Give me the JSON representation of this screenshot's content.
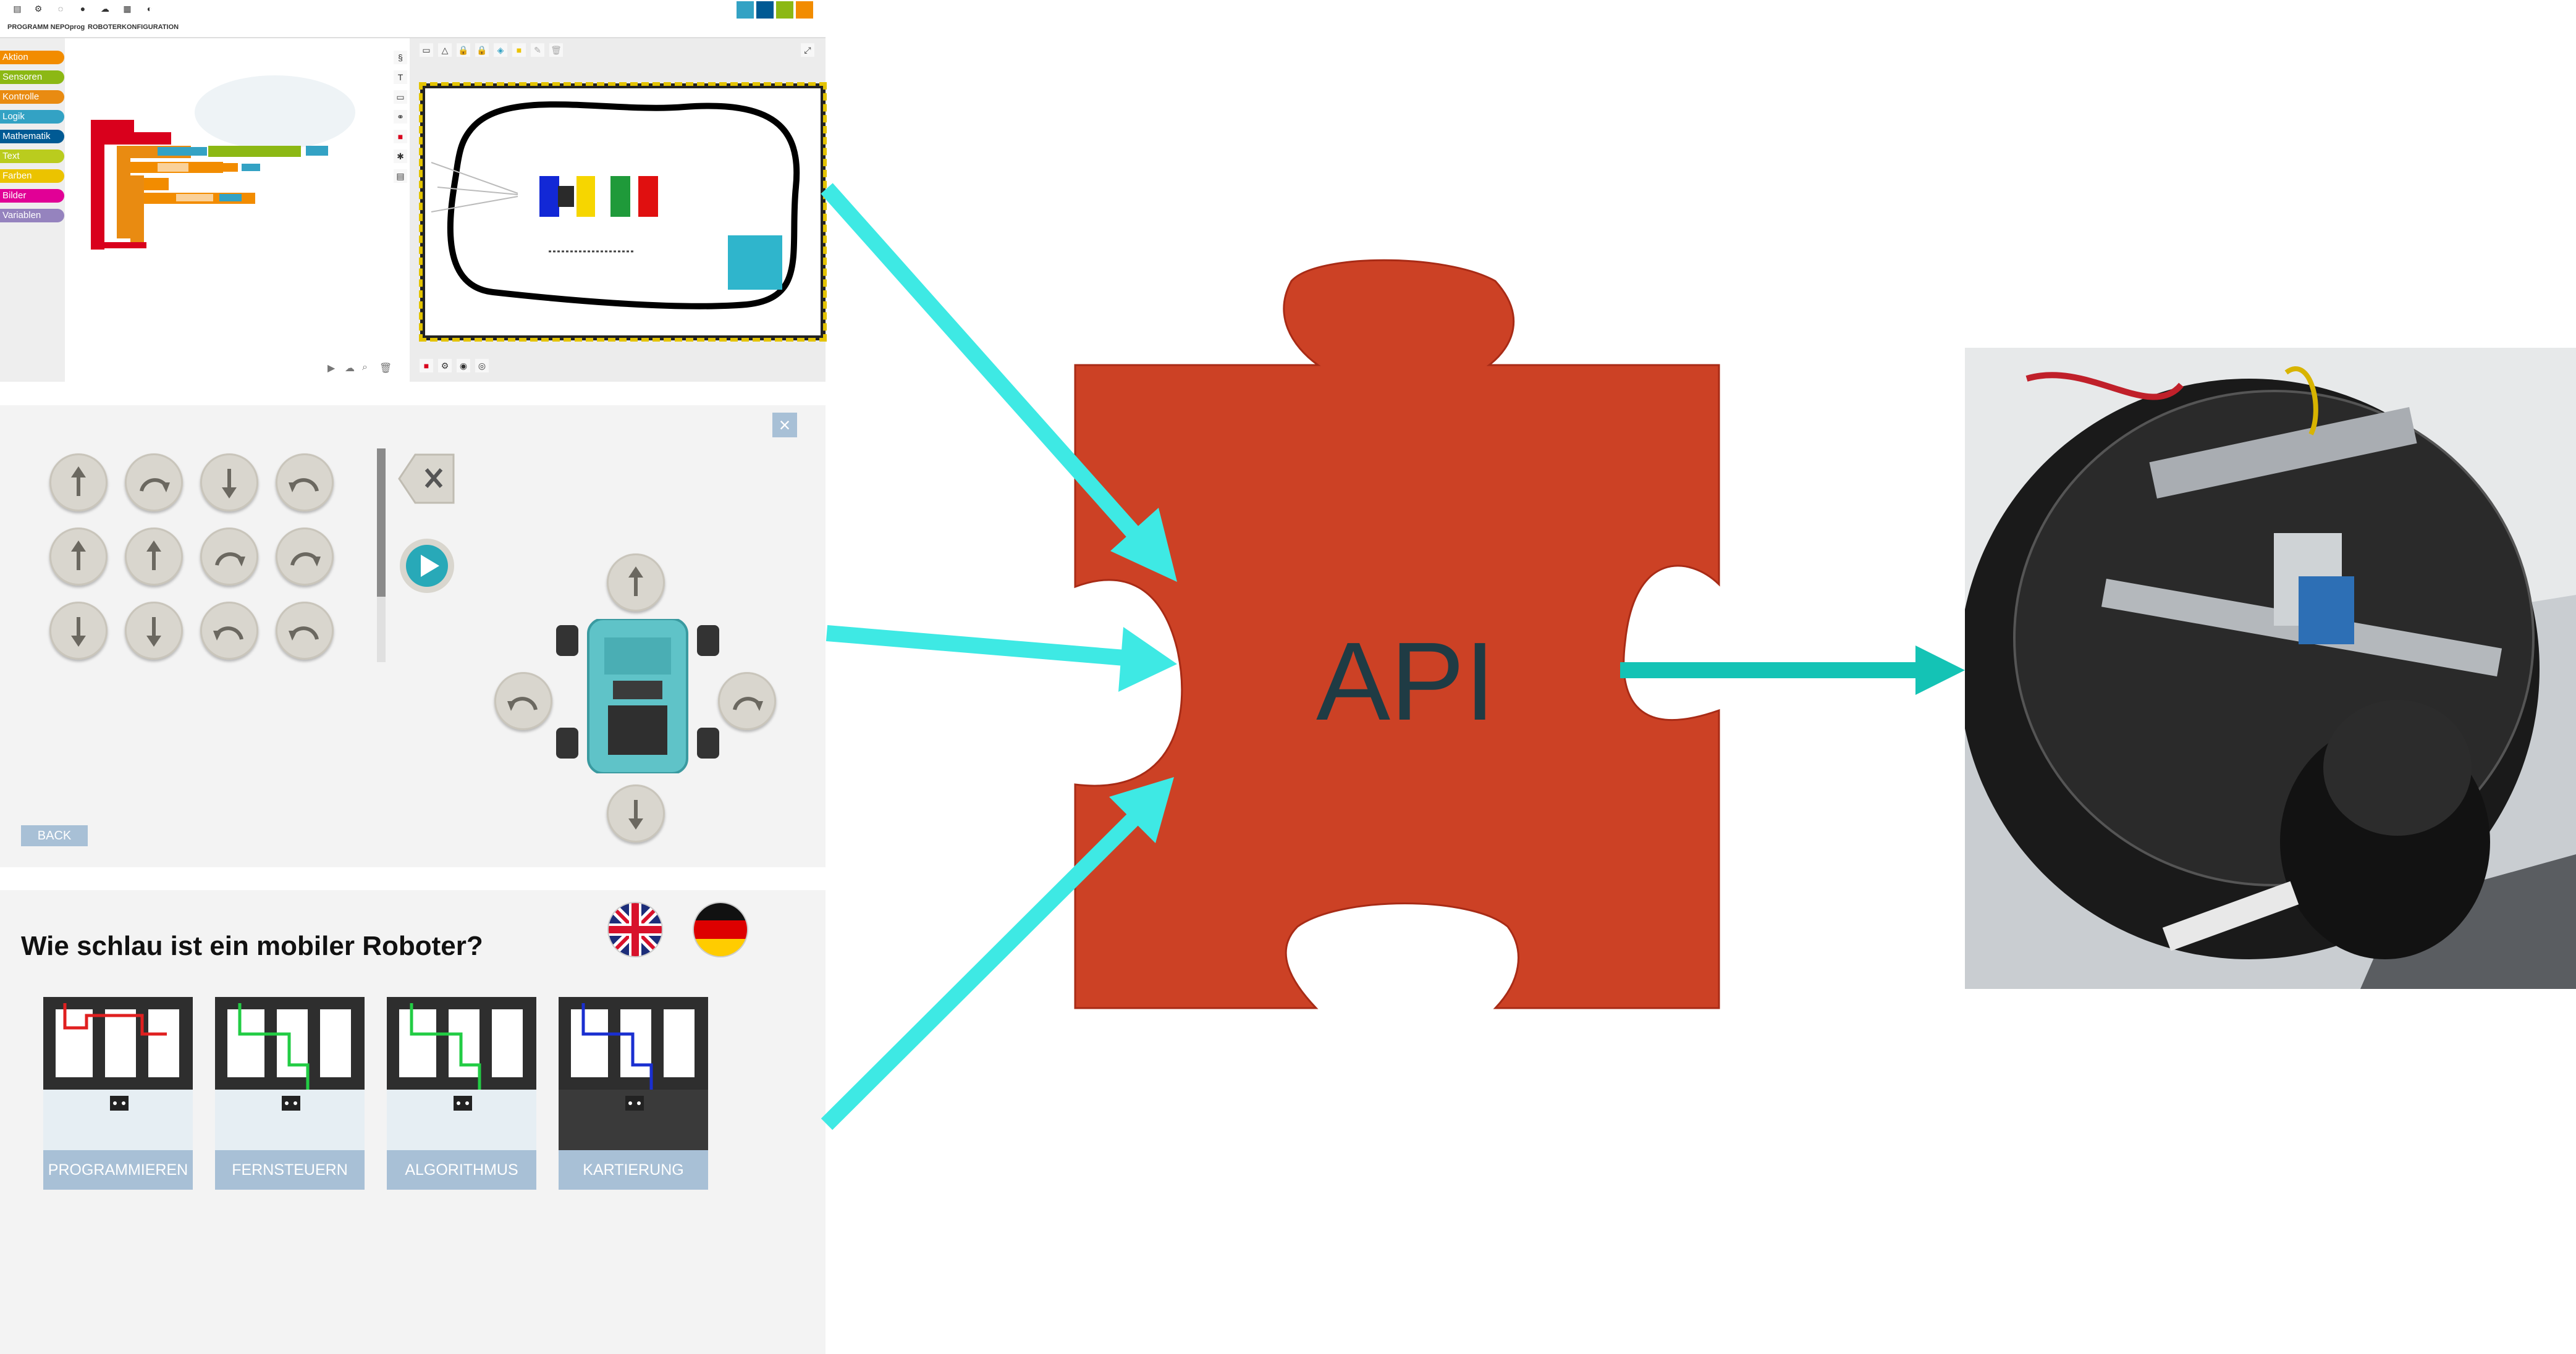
{
  "ide": {
    "tabs": [
      "PROGRAMM NEPOprog",
      "ROBOTERKONFIGURATION"
    ],
    "categories": [
      {
        "label": "Aktion",
        "color": "#f28c00"
      },
      {
        "label": "Sensoren",
        "color": "#8cb814"
      },
      {
        "label": "Kontrolle",
        "color": "#e98b11"
      },
      {
        "label": "Logik",
        "color": "#33a2c4"
      },
      {
        "label": "Mathematik",
        "color": "#005a94"
      },
      {
        "label": "Text",
        "color": "#bacc1e"
      },
      {
        "label": "Farben",
        "color": "#ebc300"
      },
      {
        "label": "Bilder",
        "color": "#e10096"
      },
      {
        "label": "Variablen",
        "color": "#9583be"
      }
    ],
    "logo_colors": [
      "#33a2c4",
      "#005a94",
      "#8cb814",
      "#f28c00"
    ]
  },
  "remote": {
    "close_label": "×",
    "back_label": "BACK"
  },
  "modes": {
    "title": "Wie schlau ist ein mobiler Roboter?",
    "languages": [
      "english-flag",
      "german-flag"
    ],
    "cards": [
      {
        "label": "PROGRAMMIEREN",
        "path_color": "#e02020"
      },
      {
        "label": "FERNSTEUERN",
        "path_color": "#22cc44"
      },
      {
        "label": "ALGORITHMUS",
        "path_color": "#22cc44"
      },
      {
        "label": "KARTIERUNG",
        "path_color": "#1a2fd0"
      }
    ]
  },
  "api": {
    "label": "API",
    "piece_color": "#cc4125"
  },
  "arrows": {
    "input_color": "#3ee9e4",
    "output_color": "#14c3b5"
  }
}
